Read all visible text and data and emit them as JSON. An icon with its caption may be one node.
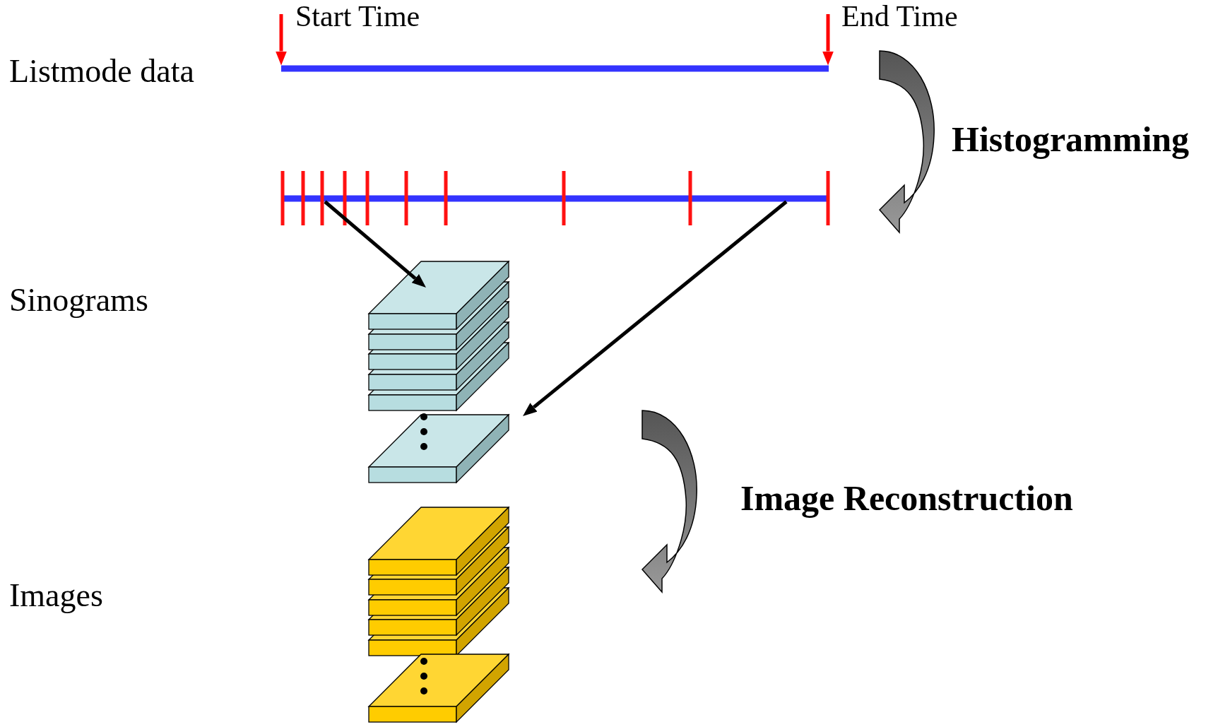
{
  "diagram": {
    "nodes": [
      {
        "text": [],
        "shape": "bar"
      },
      {
        "text": [],
        "shape": "bar"
      },
      {
        "text": [],
        "shape": "box"
      },
      {
        "text": [],
        "shape": "box"
      },
      {
        "text": [],
        "shape": "box"
      },
      {
        "text": [],
        "shape": "box"
      }
    ],
    "edges": [
      {
        "from": null,
        "to": 0,
        "arrow": "to",
        "label": "Start Time",
        "color": "#ff0000"
      },
      {
        "from": null,
        "to": 0,
        "arrow": "to",
        "label": "End Time",
        "color": "#ff0000"
      },
      {
        "from": 1,
        "to": 2,
        "arrow": "to",
        "color": "#000000"
      },
      {
        "from": 1,
        "to": 3,
        "arrow": "to",
        "color": "#000000"
      }
    ],
    "labels": [
      "Listmode data",
      "Histogramming",
      "Sinograms",
      "Image Reconstruction",
      "Images"
    ]
  }
}
